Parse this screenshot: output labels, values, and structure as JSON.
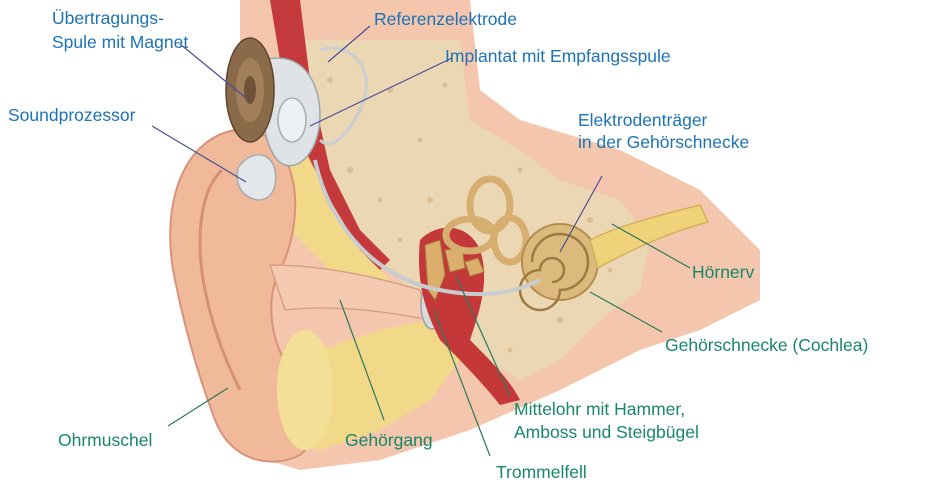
{
  "colors": {
    "device_label": "#1d73b6",
    "anatomy_label": "#18876a",
    "skin": "#f0b99a",
    "skin_shadow": "#d9937a",
    "fat": "#f3dc8c",
    "bone": "#ead7b6",
    "muscle": "#c2363a",
    "cochlea": "#d8b67a",
    "implant": "#d9dde0",
    "coil": "#8a6a48"
  },
  "labels": {
    "transmitter_coil_line1": "Übertragungs-",
    "transmitter_coil_line2": "Spule mit Magnet",
    "reference_electrode": "Referenzelektrode",
    "implant_receiver": "Implantat mit Empfangsspule",
    "sound_processor": "Soundprozessor",
    "electrode_carrier_line1": "Elektrodenträger",
    "electrode_carrier_line2": "in der Gehörschnecke",
    "auditory_nerve": "Hörnerv",
    "cochlea": "Gehörschnecke (Cochlea)",
    "middle_ear_line1": "Mittelohr mit Hammer,",
    "middle_ear_line2": "Amboss und Steigbügel",
    "pinna": "Ohrmuschel",
    "ear_canal": "Gehörgang",
    "eardrum": "Trommelfell"
  }
}
